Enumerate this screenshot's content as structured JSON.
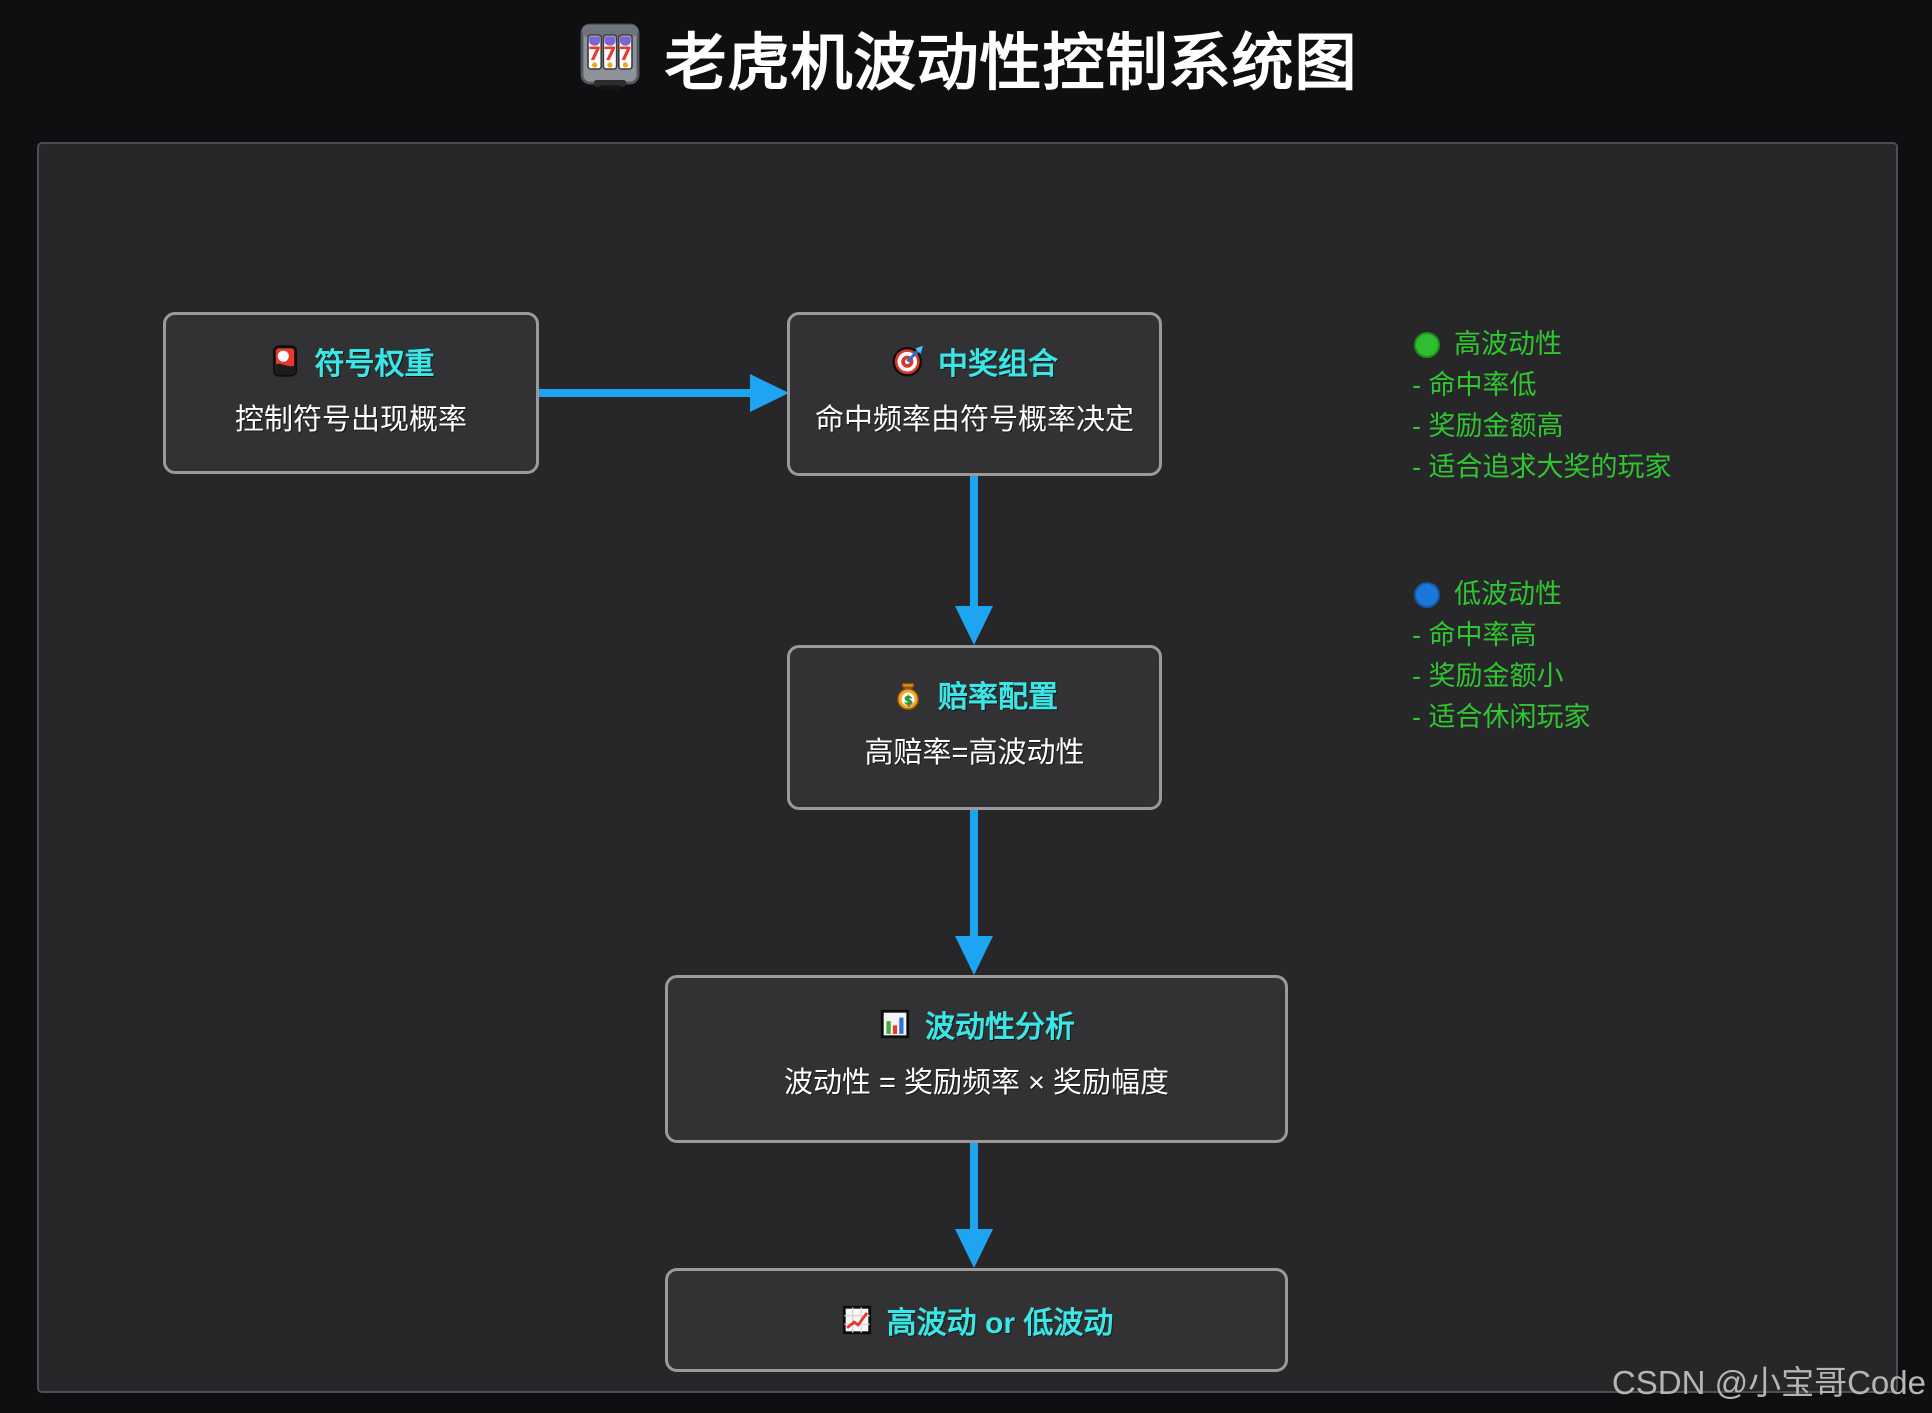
{
  "header": {
    "title": "老虎机波动性控制系统图"
  },
  "flow": {
    "nodes": [
      {
        "icon": "playing-card-icon",
        "title": "符号权重",
        "subtitle": "控制符号出现概率"
      },
      {
        "icon": "target-icon",
        "title": "中奖组合",
        "subtitle": "命中频率由符号概率决定"
      },
      {
        "icon": "money-bag-icon",
        "title": "赔率配置",
        "subtitle": "高赔率=高波动性"
      },
      {
        "icon": "bar-chart-icon",
        "title": "波动性分析",
        "subtitle": "波动性 = 奖励频率 × 奖励幅度"
      },
      {
        "icon": "chart-up-icon",
        "title": "高波动 or 低波动",
        "subtitle": ""
      }
    ]
  },
  "legend": {
    "high": {
      "title": "高波动性",
      "dot_color": "#2fbe2f",
      "items": [
        "- 命中率低",
        "- 奖励金额高",
        "- 适合追求大奖的玩家"
      ]
    },
    "low": {
      "title": "低波动性",
      "dot_color": "#1c78d8",
      "items": [
        "- 命中率高",
        "- 奖励金额小",
        "- 适合休闲玩家"
      ]
    }
  },
  "watermark": "CSDN @小宝哥Code",
  "colors": {
    "node_title_cyan": "#3ae6e6",
    "arrow_blue": "#1da5f2",
    "legend_text_green": "#2fc62f",
    "node_border": "#9a9a9a",
    "canvas_bg": "#27272a",
    "page_bg": "#0f0f11"
  }
}
